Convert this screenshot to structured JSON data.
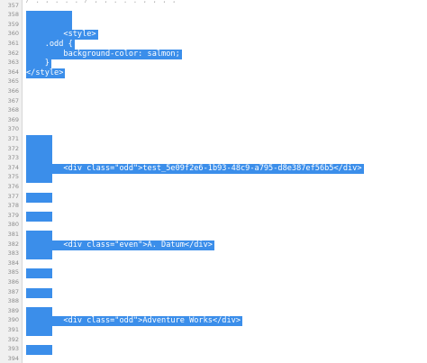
{
  "top_clipped_text": "/ . ; . . : / ; ; . . . ; ; ; ;",
  "lines": [
    {
      "num": "357",
      "text": "",
      "sel": "none"
    },
    {
      "num": "358",
      "text": "",
      "sel": "block"
    },
    {
      "num": "359",
      "text": "",
      "sel": "block"
    },
    {
      "num": "360",
      "text": "        <style>",
      "sel": "text"
    },
    {
      "num": "361",
      "text": "    .odd {",
      "sel": "text"
    },
    {
      "num": "362",
      "text": "        background-color: salmon;",
      "sel": "text"
    },
    {
      "num": "363",
      "text": "    }",
      "sel": "text"
    },
    {
      "num": "364",
      "text": "</style>",
      "sel": "text"
    },
    {
      "num": "365",
      "text": "",
      "sel": "none"
    },
    {
      "num": "366",
      "text": "",
      "sel": "none"
    },
    {
      "num": "367",
      "text": "",
      "sel": "none"
    },
    {
      "num": "368",
      "text": "",
      "sel": "none"
    },
    {
      "num": "369",
      "text": "",
      "sel": "none"
    },
    {
      "num": "370",
      "text": "",
      "sel": "none"
    },
    {
      "num": "371",
      "text": "",
      "sel": "small"
    },
    {
      "num": "372",
      "text": "",
      "sel": "small"
    },
    {
      "num": "373",
      "text": "",
      "sel": "small"
    },
    {
      "num": "374",
      "text": "        <div class=\"odd\">test_5e09f2e6-1b93-48c9-a795-d8e387ef56b5</div>",
      "sel": "text"
    },
    {
      "num": "375",
      "text": "",
      "sel": "small"
    },
    {
      "num": "376",
      "text": "",
      "sel": "none"
    },
    {
      "num": "377",
      "text": "",
      "sel": "small"
    },
    {
      "num": "378",
      "text": "",
      "sel": "none"
    },
    {
      "num": "379",
      "text": "",
      "sel": "small"
    },
    {
      "num": "380",
      "text": "",
      "sel": "none"
    },
    {
      "num": "381",
      "text": "",
      "sel": "small"
    },
    {
      "num": "382",
      "text": "        <div class=\"even\">A. Datum</div>",
      "sel": "text"
    },
    {
      "num": "383",
      "text": "",
      "sel": "small"
    },
    {
      "num": "384",
      "text": "",
      "sel": "none"
    },
    {
      "num": "385",
      "text": "",
      "sel": "small"
    },
    {
      "num": "386",
      "text": "",
      "sel": "none"
    },
    {
      "num": "387",
      "text": "",
      "sel": "small"
    },
    {
      "num": "388",
      "text": "",
      "sel": "none"
    },
    {
      "num": "389",
      "text": "",
      "sel": "small"
    },
    {
      "num": "390",
      "text": "        <div class=\"odd\">Adventure Works</div>",
      "sel": "text"
    },
    {
      "num": "391",
      "text": "",
      "sel": "small"
    },
    {
      "num": "392",
      "text": "",
      "sel": "none"
    },
    {
      "num": "393",
      "text": "",
      "sel": "small"
    },
    {
      "num": "394",
      "text": "",
      "sel": "none"
    }
  ]
}
